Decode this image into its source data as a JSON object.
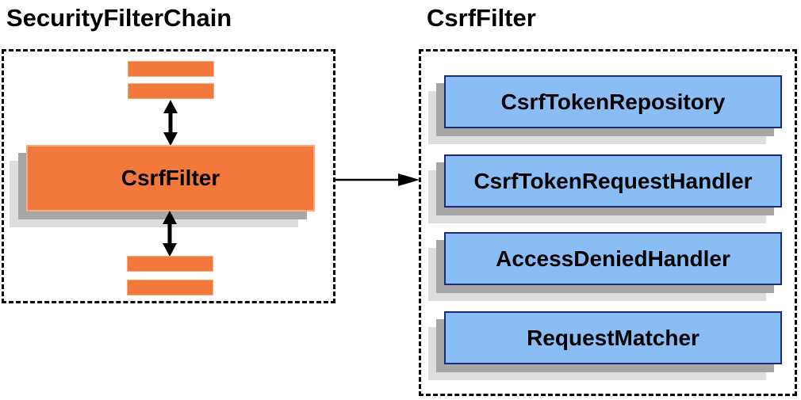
{
  "left_panel": {
    "title": "SecurityFilterChain",
    "filter_label": "CsrfFilter"
  },
  "right_panel": {
    "title": "CsrfFilter",
    "components": [
      {
        "label": "CsrfTokenRepository"
      },
      {
        "label": "CsrfTokenRequestHandler"
      },
      {
        "label": "AccessDeniedHandler"
      },
      {
        "label": "RequestMatcher"
      }
    ]
  },
  "icons": {
    "bidirectional_arrow": "↕",
    "flow_arrow": "→"
  },
  "colors": {
    "background": "#FFFFFF",
    "orange_fill": "#F2783C",
    "orange_border": "#F9A97C",
    "blue_fill": "#89BDF4",
    "blue_border": "#1A2B7E",
    "shadow_dark": "#A6A6A6",
    "shadow_light": "#DDDDDD",
    "line": "#000000"
  }
}
